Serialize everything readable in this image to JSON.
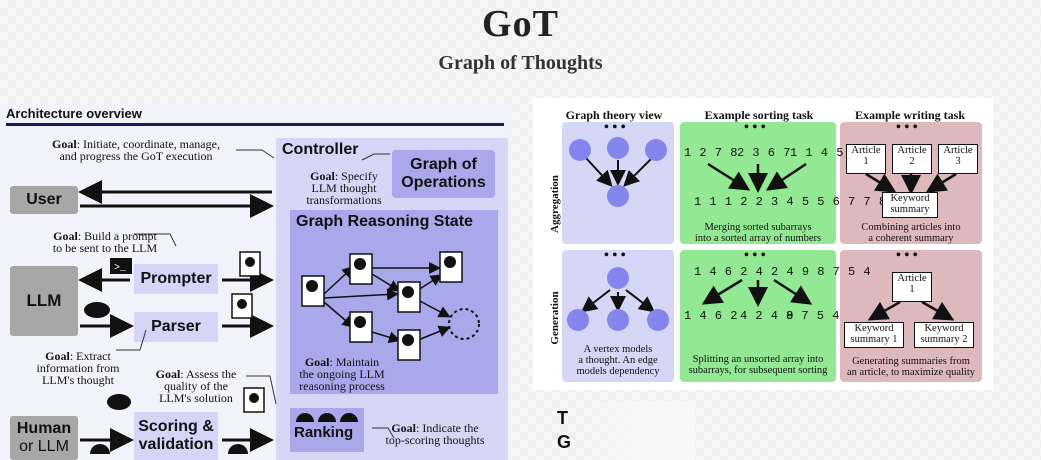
{
  "header": {
    "title": "GoT",
    "subtitle": "Graph of Thoughts"
  },
  "architecture": {
    "heading": "Architecture overview",
    "user": "User",
    "llm": "LLM",
    "human_or_llm_1": "Human",
    "human_or_llm_2": "or LLM",
    "controller": "Controller",
    "graph_of_operations_1": "Graph of",
    "graph_of_operations_2": "Operations",
    "graph_reasoning_state": "Graph Reasoning State",
    "prompter": "Prompter",
    "parser": "Parser",
    "scoring_1": "Scoring &",
    "scoring_2": "validation",
    "ranking": "Ranking",
    "goals": {
      "controller": {
        "label": "Goal",
        "text1": ": Initiate, coordinate, manage,",
        "text2": "and progress the GoT execution"
      },
      "operations": {
        "label": "Goal",
        "text1": ": Specify",
        "text2": "LLM thought",
        "text3": "transformations"
      },
      "prompter": {
        "label": "Goal",
        "text1": ": Build a prompt",
        "text2": "to be sent to the LLM"
      },
      "parser": {
        "label": "Goal",
        "text1": ": Extract",
        "text2": "information from",
        "text3": "LLM's thought"
      },
      "scoring": {
        "label": "Goal",
        "text1": ": Assess the",
        "text2": "quality of the",
        "text3": "LLM's solution"
      },
      "state": {
        "label": "Goal",
        "text1": ": Maintain",
        "text2": "the ongoing LLM",
        "text3": "reasoning process"
      },
      "ranking": {
        "label": "Goal",
        "text1": ": Indicate the",
        "text2": "top-scoring thoughts"
      }
    }
  },
  "examples": {
    "columns": [
      "Graph theory view",
      "Example sorting task",
      "Example writing task"
    ],
    "rows": [
      "Aggregation",
      "Generation"
    ],
    "aggregation": {
      "sort_inputs": [
        "1 2 7 8",
        "2 3 6 7",
        "1 1 4 5"
      ],
      "sort_output": "1 1 1 2 2 3 4 5 5 6 7 7 8",
      "sort_caption_1": "Merging sorted subarrays",
      "sort_caption_2": "into a sorted array of numbers",
      "articles": [
        {
          "a": "Article",
          "b": "1"
        },
        {
          "a": "Article",
          "b": "2"
        },
        {
          "a": "Article",
          "b": "3"
        }
      ],
      "summary_1": "Keyword",
      "summary_2": "summary",
      "write_caption_1": "Combining articles into",
      "write_caption_2": "a coherent summary"
    },
    "generation": {
      "sort_input": "1 4 6 2 4 2 4 9 8 7 5 4",
      "sort_outputs": [
        "1 4 6 2",
        "4 2 4 9",
        "8 7 5 4"
      ],
      "sort_caption_1": "Splitting an unsorted array into",
      "sort_caption_2": "subarrays, for subsequent sorting",
      "article_1": "Article",
      "article_2": "1",
      "summaries": [
        {
          "a": "Keyword",
          "b": "summary 1"
        },
        {
          "a": "Keyword",
          "b": "summary 2"
        }
      ],
      "write_caption_1": "Generating summaries from",
      "write_caption_2": "an article, to maximize quality",
      "graph_caption": [
        "A vertex models",
        "a thought. An edge",
        "models dependency"
      ]
    },
    "dots": "• • •"
  },
  "partial_text": {
    "line1": "T",
    "line2": "G"
  },
  "colors": {
    "lavender": "#d6d6f6",
    "purple": "#a8a8ea",
    "green": "#93e893",
    "pink": "#ddb8bc",
    "node": "#8585ee",
    "navy": "#1a1a5e"
  }
}
